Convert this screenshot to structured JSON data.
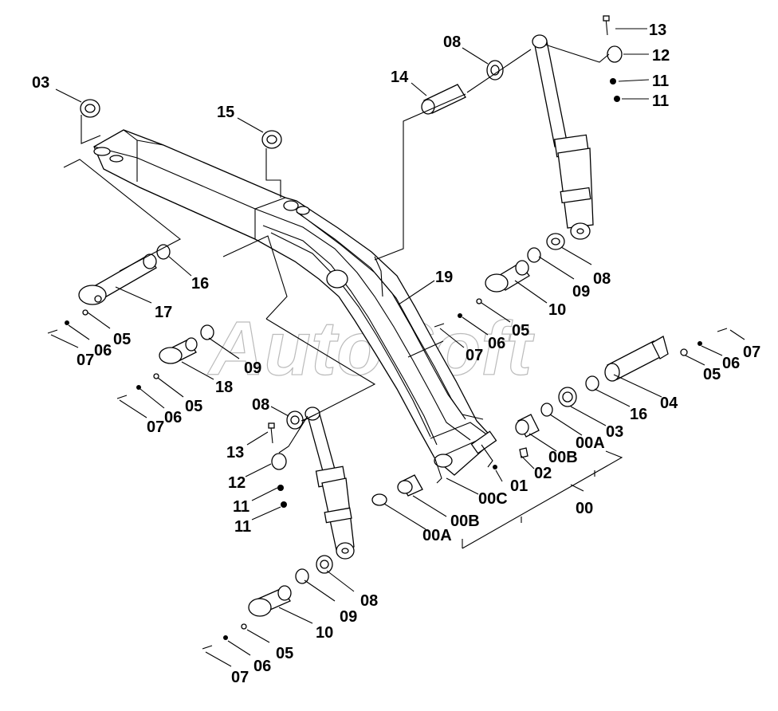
{
  "diagram": {
    "watermark": "AutoSoft",
    "part_labels": [
      {
        "id": "l-03a",
        "text": "03"
      },
      {
        "id": "l-15",
        "text": "15"
      },
      {
        "id": "l-14",
        "text": "14"
      },
      {
        "id": "l-08a",
        "text": "08"
      },
      {
        "id": "l-13a",
        "text": "13"
      },
      {
        "id": "l-12a",
        "text": "12"
      },
      {
        "id": "l-11a",
        "text": "11"
      },
      {
        "id": "l-11b",
        "text": "11"
      },
      {
        "id": "l-16a",
        "text": "16"
      },
      {
        "id": "l-17",
        "text": "17"
      },
      {
        "id": "l-05a",
        "text": "05"
      },
      {
        "id": "l-06a",
        "text": "06"
      },
      {
        "id": "l-07a",
        "text": "07"
      },
      {
        "id": "l-19",
        "text": "19"
      },
      {
        "id": "l-09a",
        "text": "09"
      },
      {
        "id": "l-08b",
        "text": "08"
      },
      {
        "id": "l-10a",
        "text": "10"
      },
      {
        "id": "l-05b",
        "text": "05"
      },
      {
        "id": "l-06b",
        "text": "06"
      },
      {
        "id": "l-07b",
        "text": "07"
      },
      {
        "id": "l-09b",
        "text": "09"
      },
      {
        "id": "l-18",
        "text": "18"
      },
      {
        "id": "l-05c",
        "text": "05"
      },
      {
        "id": "l-06c",
        "text": "06"
      },
      {
        "id": "l-07c",
        "text": "07"
      },
      {
        "id": "l-08c",
        "text": "08"
      },
      {
        "id": "l-13b",
        "text": "13"
      },
      {
        "id": "l-12b",
        "text": "12"
      },
      {
        "id": "l-11c",
        "text": "11"
      },
      {
        "id": "l-11d",
        "text": "11"
      },
      {
        "id": "l-07d",
        "text": "07"
      },
      {
        "id": "l-06d",
        "text": "06"
      },
      {
        "id": "l-05d",
        "text": "05"
      },
      {
        "id": "l-04",
        "text": "04"
      },
      {
        "id": "l-16b",
        "text": "16"
      },
      {
        "id": "l-03b",
        "text": "03"
      },
      {
        "id": "l-00Aa",
        "text": "00A"
      },
      {
        "id": "l-00Ba",
        "text": "00B"
      },
      {
        "id": "l-02",
        "text": "02"
      },
      {
        "id": "l-01",
        "text": "01"
      },
      {
        "id": "l-00C",
        "text": "00C"
      },
      {
        "id": "l-00",
        "text": "00"
      },
      {
        "id": "l-00Bb",
        "text": "00B"
      },
      {
        "id": "l-00Ab",
        "text": "00A"
      },
      {
        "id": "l-09c",
        "text": "09"
      },
      {
        "id": "l-08d",
        "text": "08"
      },
      {
        "id": "l-10b",
        "text": "10"
      },
      {
        "id": "l-05e",
        "text": "05"
      },
      {
        "id": "l-06e",
        "text": "06"
      },
      {
        "id": "l-07e",
        "text": "07"
      }
    ]
  }
}
